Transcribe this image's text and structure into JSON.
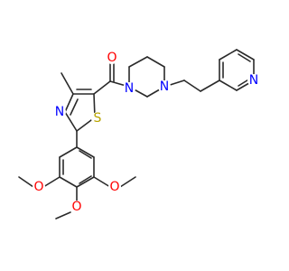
{
  "molecule": {
    "atoms": {
      "o_carbonyl": {
        "text": "O",
        "color": "#ff0000"
      },
      "n_pip_left": {
        "text": "N",
        "color": "#0000ff"
      },
      "n_pip_right": {
        "text": "N",
        "color": "#0000ff"
      },
      "n_pyridine": {
        "text": "N",
        "color": "#0000ff"
      },
      "n_thiazole": {
        "text": "N",
        "color": "#0000ff"
      },
      "s_thiazole": {
        "text": "S",
        "color": "#b8a400"
      },
      "o_methoxy_left": {
        "text": "O",
        "color": "#ff0000"
      },
      "o_methoxy_bottom": {
        "text": "O",
        "color": "#ff0000"
      },
      "o_methoxy_right": {
        "text": "O",
        "color": "#ff0000"
      }
    },
    "bond_color": "#2a2a2a",
    "background_color": "#ffffff"
  }
}
